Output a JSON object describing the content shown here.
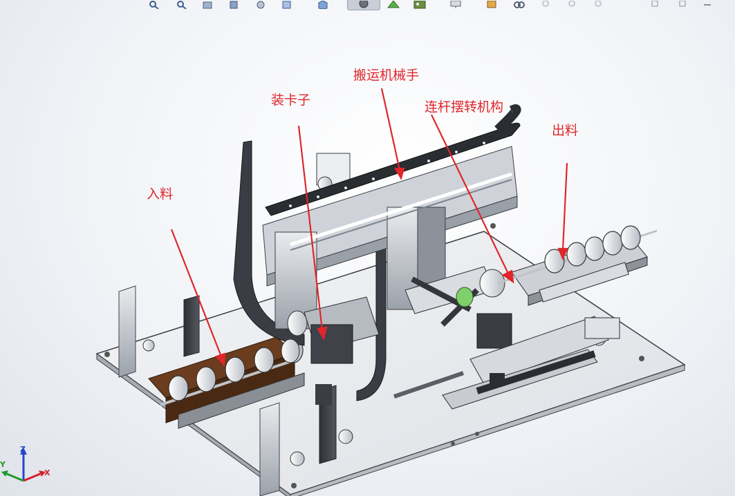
{
  "toolbar": {
    "icons": [
      "zoom-to-fit-icon",
      "zoom-area-icon",
      "rotate-view-icon",
      "section-view-icon",
      "display-style-icon",
      "hide-show-icon",
      "view-orientation-icon",
      "display-mode-icon",
      "appearance-icon",
      "scene-icon",
      "monitor-icon",
      "apply-scene-icon",
      "link-icon",
      "circle-1-icon",
      "circle-2-icon",
      "circle-3-icon"
    ],
    "window_controls": [
      "restore-icon",
      "maximize-icon",
      "minimize-icon"
    ]
  },
  "annotations": {
    "transfer_robot": "搬运机械手",
    "clamp_install": "装卡子",
    "linkage_swing": "连杆摆转机构",
    "outfeed": "出料",
    "infeed": "入料"
  },
  "triad": {
    "x": "X",
    "y": "Y",
    "z": "Z"
  },
  "colors": {
    "annotation": "#e0262b",
    "arrow": "#e0262b",
    "axis_x": "#d4202a",
    "axis_y": "#1e9a2a",
    "axis_z": "#2546c9"
  }
}
